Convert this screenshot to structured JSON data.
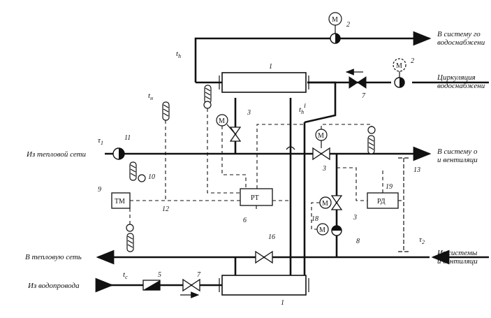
{
  "labels": {
    "to_hot_water": [
      "В систему го",
      "водоснабжени"
    ],
    "circulation": [
      "Циркуляция",
      "водоснабжени"
    ],
    "from_heat_network": "Из тепловой сети",
    "to_heating": [
      "В систему о",
      "и вентиляци"
    ],
    "to_heat_network": "В тепловую сеть",
    "from_heating": [
      "Из системы",
      "и вентиляци"
    ],
    "from_water_supply": "Из водопровода"
  },
  "symbols": {
    "t_h": "t",
    "t_h_sub": "h",
    "t_n": "t",
    "t_n_sub": "н",
    "t_h_I": "t",
    "t_h_I_sub": "h",
    "t_h_I_sup": "I",
    "tau1": "τ",
    "tau1_sub": "1",
    "tau2": "τ",
    "tau2_sub": "2",
    "t_c": "t",
    "t_c_sub": "c"
  },
  "boxes": {
    "regulator": "РТ",
    "thermometer": "ТМ",
    "pressure_reg": "РД",
    "motor": "М"
  },
  "numbers": {
    "n1_top": "1",
    "n1_bottom": "1",
    "n2_top": "2",
    "n2_mid": "2",
    "n3_a": "3",
    "n3_b": "3",
    "n3_c": "3",
    "n5": "5",
    "n6": "6",
    "n7_top": "7",
    "n7_bottom": "7",
    "n8": "8",
    "n9": "9",
    "n10": "10",
    "n11": "11",
    "n12": "12",
    "n13": "13",
    "n16": "16",
    "n18": "18",
    "n19": "19"
  }
}
